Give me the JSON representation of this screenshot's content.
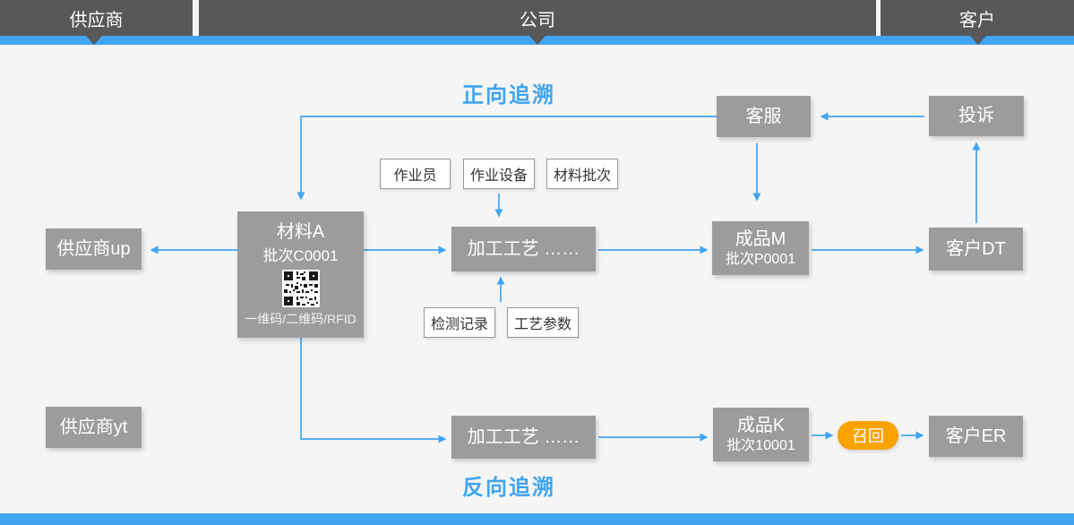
{
  "colors": {
    "accent_blue": "#41a4f1",
    "lane_dark": "#58585a",
    "node_gray": "#9c9c9c",
    "recall_orange": "#f9a200",
    "background": "#f5f5f6"
  },
  "lanes": {
    "supplier": "供应商",
    "company": "公司",
    "customer": "客户"
  },
  "titles": {
    "forward": "正向追溯",
    "backward": "反向追溯"
  },
  "nodes": {
    "customer_service": "客服",
    "complaint": "投诉",
    "material_a": {
      "title": "材料A",
      "batch": "批次C0001",
      "code_caption": "一维码/二维码/RFID"
    },
    "supplier_up": "供应商up",
    "process_top": "加工工艺 ……",
    "product_m": {
      "title": "成品M",
      "batch": "批次P0001"
    },
    "customer_dt": "客户DT",
    "supplier_yt": "供应商yt",
    "process_bottom": "加工工艺 ……",
    "product_k": {
      "title": "成品K",
      "batch": "批次10001"
    },
    "recall": "召回",
    "customer_er": "客户ER"
  },
  "tags": {
    "operator": "作业员",
    "equipment": "作业设备",
    "material_batch": "材料批次",
    "inspection_record": "检测记录",
    "process_params": "工艺参数"
  }
}
